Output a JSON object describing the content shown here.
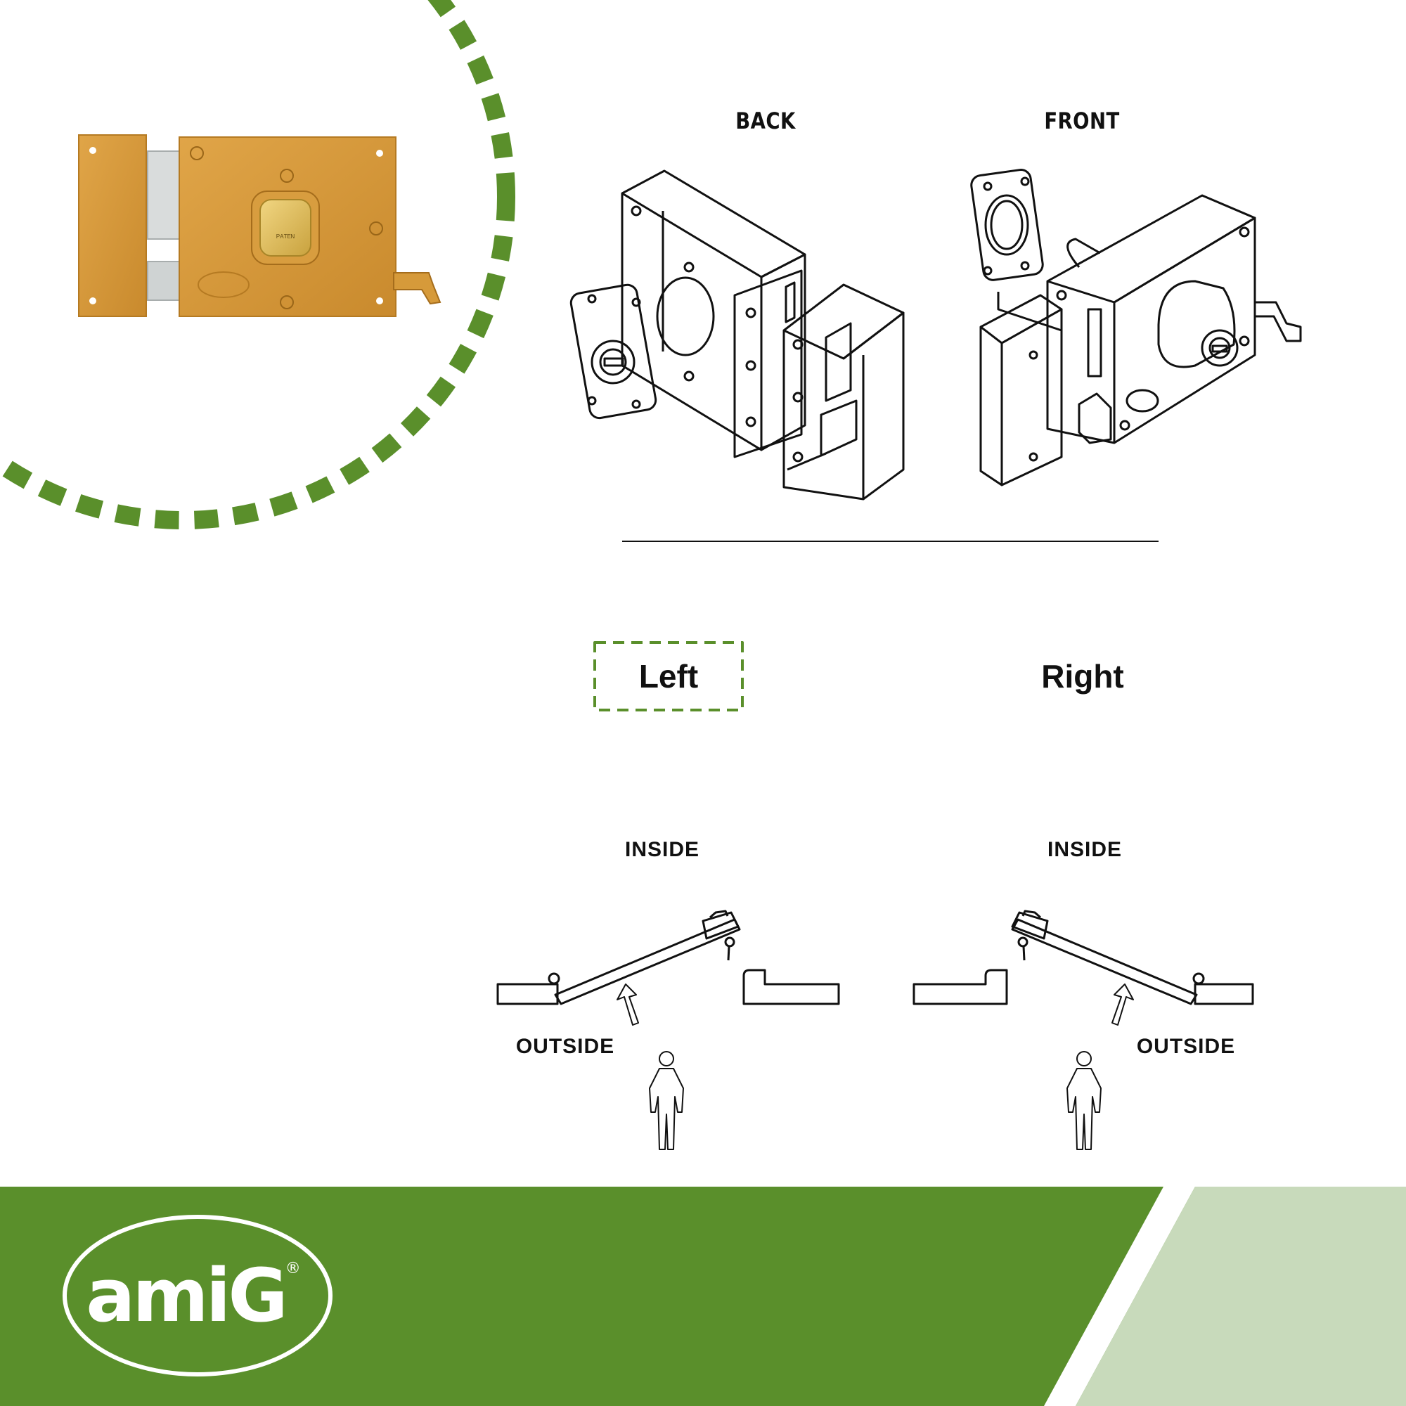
{
  "views": {
    "back_label": "BACK",
    "front_label": "FRONT"
  },
  "handing": {
    "left_label": "Left",
    "right_label": "Right",
    "selected": "Left"
  },
  "door_left": {
    "inside_label": "INSIDE",
    "outside_label": "OUTSIDE"
  },
  "door_right": {
    "inside_label": "INSIDE",
    "outside_label": "OUTSIDE"
  },
  "brand": {
    "logo_text": "amiG",
    "registered_mark": "®"
  },
  "colors": {
    "brand_green": "#5a8f2b",
    "light_green": "#c8dabb",
    "lock_gold": "#d69a3a",
    "brass": "#e2c05a"
  },
  "icons": [
    "person-icon",
    "arrow-icon",
    "key-icon"
  ]
}
